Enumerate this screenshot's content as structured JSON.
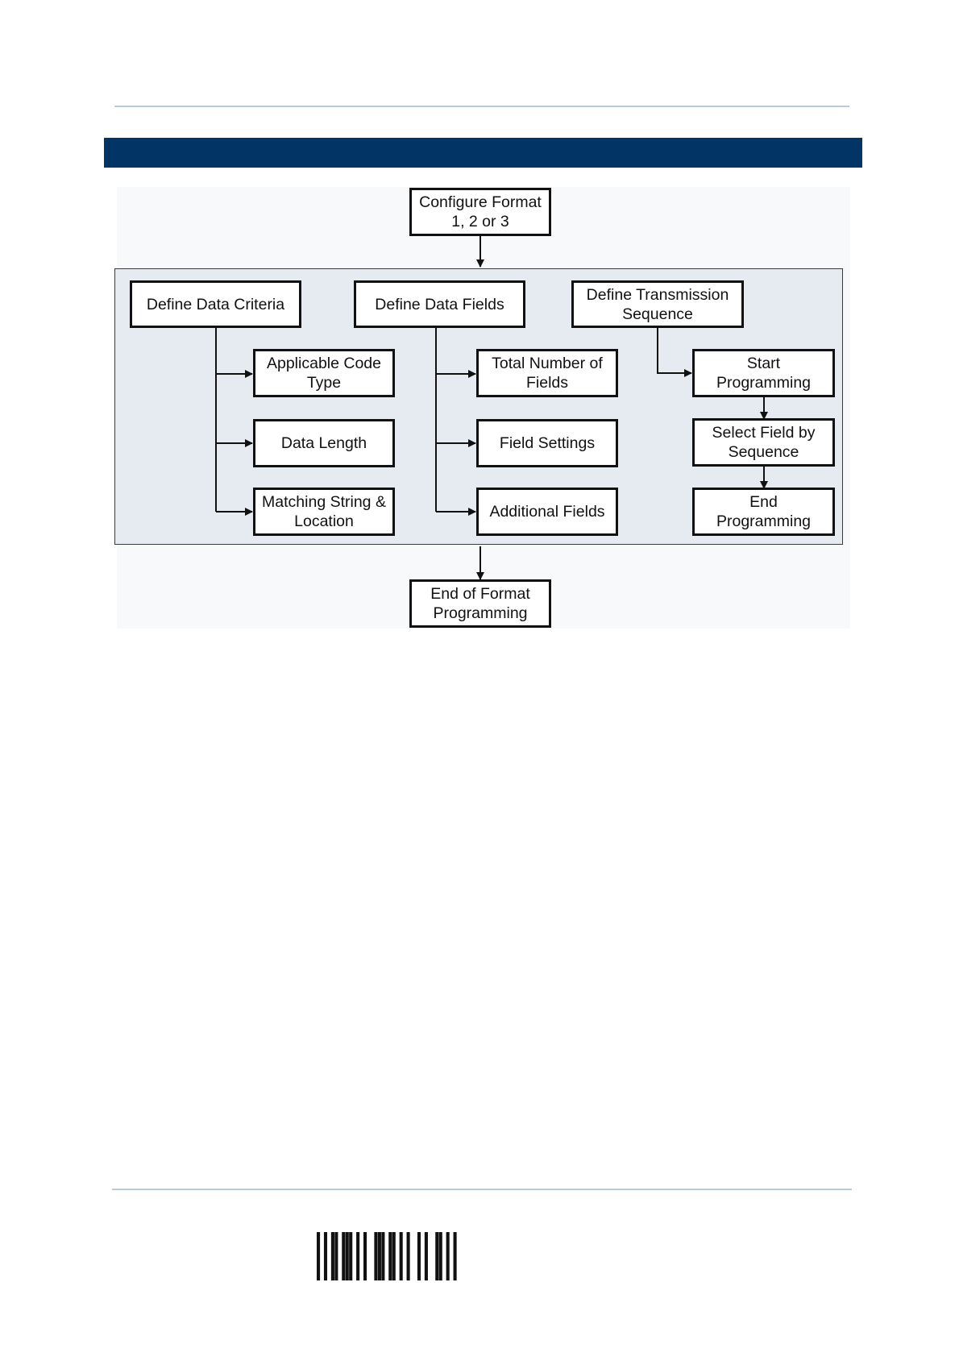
{
  "nodes": {
    "configure_format": [
      "Configure Format",
      "1, 2 or 3"
    ],
    "define_data_criteria": [
      "Define Data Criteria"
    ],
    "define_data_fields": [
      "Define Data Fields"
    ],
    "define_transmission_sequence": [
      "Define Transmission",
      "Sequence"
    ],
    "applicable_code_type": [
      "Applicable Code",
      "Type"
    ],
    "data_length": [
      "Data Length"
    ],
    "matching_string_location": [
      "Matching String &",
      "Location"
    ],
    "total_number_of_fields": [
      "Total Number of",
      "Fields"
    ],
    "field_settings": [
      "Field Settings"
    ],
    "additional_fields": [
      "Additional Fields"
    ],
    "start_programming": [
      "Start",
      "Programming"
    ],
    "select_field_by_sequence": [
      "Select Field by",
      "Sequence"
    ],
    "end_programming": [
      "End",
      "Programming"
    ],
    "end_of_format_programming": [
      "End of Format",
      "Programming"
    ]
  },
  "edges": [
    [
      "configure_format",
      "process_panel"
    ],
    [
      "define_data_criteria",
      "applicable_code_type"
    ],
    [
      "define_data_criteria",
      "data_length"
    ],
    [
      "define_data_criteria",
      "matching_string_location"
    ],
    [
      "define_data_fields",
      "total_number_of_fields"
    ],
    [
      "define_data_fields",
      "field_settings"
    ],
    [
      "define_data_fields",
      "additional_fields"
    ],
    [
      "define_transmission_sequence",
      "start_programming"
    ],
    [
      "start_programming",
      "select_field_by_sequence"
    ],
    [
      "select_field_by_sequence",
      "end_programming"
    ],
    [
      "process_panel",
      "end_of_format_programming"
    ]
  ],
  "colors": {
    "banner": "#023566",
    "panel": "#e6eaf1",
    "rule": "#b9cadb"
  },
  "barcode": {
    "bars": [
      1,
      0,
      1,
      0,
      1,
      1,
      0,
      1,
      1,
      1,
      0,
      1,
      0,
      1,
      0,
      0,
      1,
      1,
      1,
      0,
      1,
      1,
      0,
      1,
      0,
      1,
      0,
      0,
      1,
      0,
      1,
      0,
      0,
      1,
      1,
      0,
      1,
      0,
      1
    ]
  }
}
